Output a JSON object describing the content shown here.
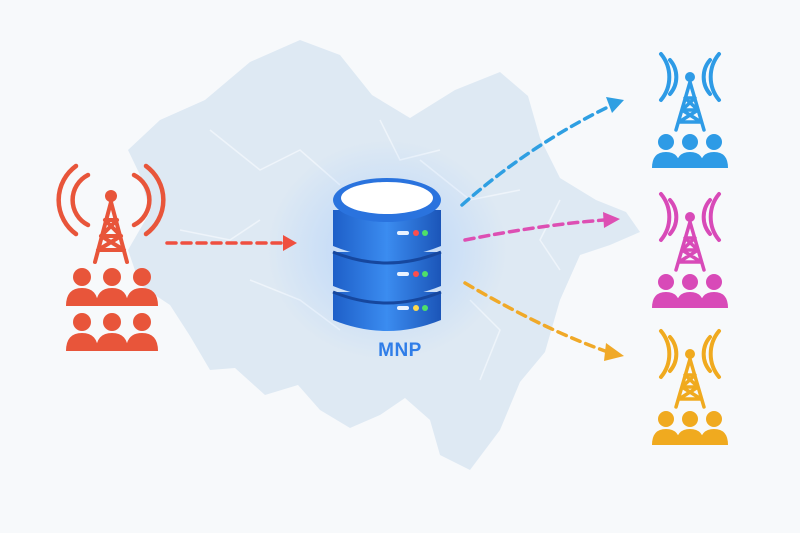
{
  "diagram": {
    "center_label": "MNP",
    "center_node": {
      "kind": "database-server",
      "color": "#2f7de8"
    },
    "source": {
      "kind": "operator",
      "color": "#e8553a"
    },
    "targets": [
      {
        "kind": "operator",
        "color": "#2e9be6"
      },
      {
        "kind": "operator",
        "color": "#d84ab8"
      },
      {
        "kind": "operator",
        "color": "#f0aa1f"
      }
    ],
    "arrows": [
      {
        "from": "source",
        "to": "center",
        "color": "#ef4f3f",
        "style": "dashed"
      },
      {
        "from": "center",
        "to": "target-1",
        "color": "#2f9fe2",
        "style": "dashed"
      },
      {
        "from": "center",
        "to": "target-2",
        "color": "#dd4fb3",
        "style": "dashed"
      },
      {
        "from": "center",
        "to": "target-3",
        "color": "#f0a928",
        "style": "dashed"
      }
    ],
    "background_map": {
      "kind": "country-map",
      "color": "#dbe7f2"
    }
  }
}
